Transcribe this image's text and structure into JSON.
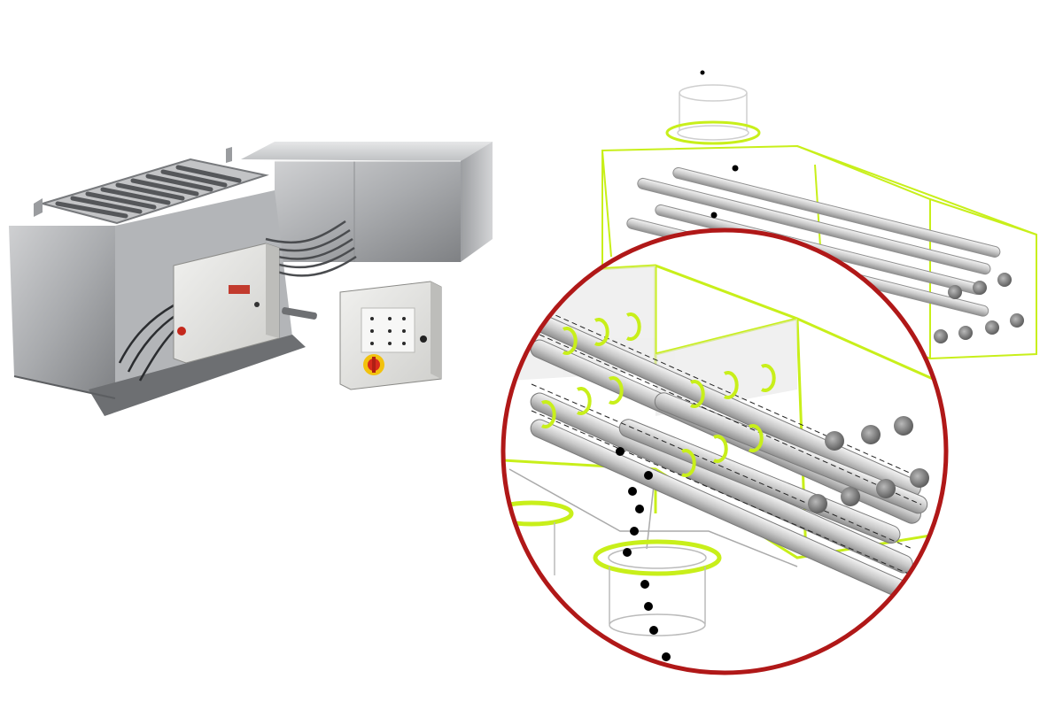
{
  "figure": {
    "left_panel": "photo-of-tubular-magnetic-separator",
    "right_panel": "schematic-of-magnet-tube-housing",
    "zoom": "magnified-detail-circle"
  },
  "colors": {
    "housing_outline": "#c8ef1a",
    "magnet_ring": "#c8ef1a",
    "zoom_circle": "#b01818",
    "particles": "#000000",
    "stainless_light": "#d6d7d9",
    "stainless_dark": "#8a8c8f",
    "enclosure": "#e4e4e2",
    "stop_button": "#d82a1c",
    "stop_collar": "#f2c20e"
  },
  "icons": [
    "stop-button-icon",
    "status-led-icon",
    "warning-label-icon"
  ]
}
